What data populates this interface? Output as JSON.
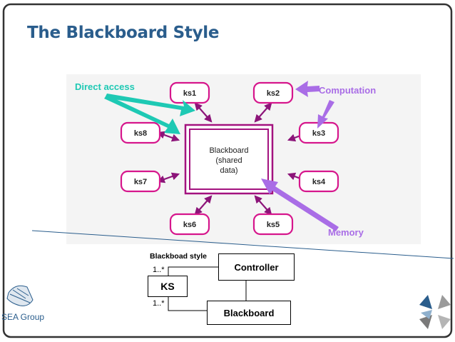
{
  "slide": {
    "title": "The Blackboard Style"
  },
  "diagram": {
    "center_lines": [
      "Blackboard",
      "(shared",
      "data)"
    ],
    "knowledge_sources": [
      "ks1",
      "ks2",
      "ks3",
      "ks4",
      "ks5",
      "ks6",
      "ks7",
      "ks8"
    ],
    "annotations": {
      "direct_access": "Direct access",
      "computation": "Computation",
      "memory": "Memory"
    },
    "colors": {
      "ks_border": "#d6168c",
      "center_border": "#a3127f",
      "direct_access": "#1ec9b4",
      "computation": "#a96de6",
      "memory": "#a96de6",
      "arrows": "#8c1479"
    }
  },
  "uml": {
    "label": "Blackboad style",
    "controller": "Controller",
    "ks": "KS",
    "blackboard": "Blackboard",
    "multiplicity_top": "1..*",
    "multiplicity_bottom": "1..*"
  },
  "footer": {
    "org": "SEA Group"
  }
}
